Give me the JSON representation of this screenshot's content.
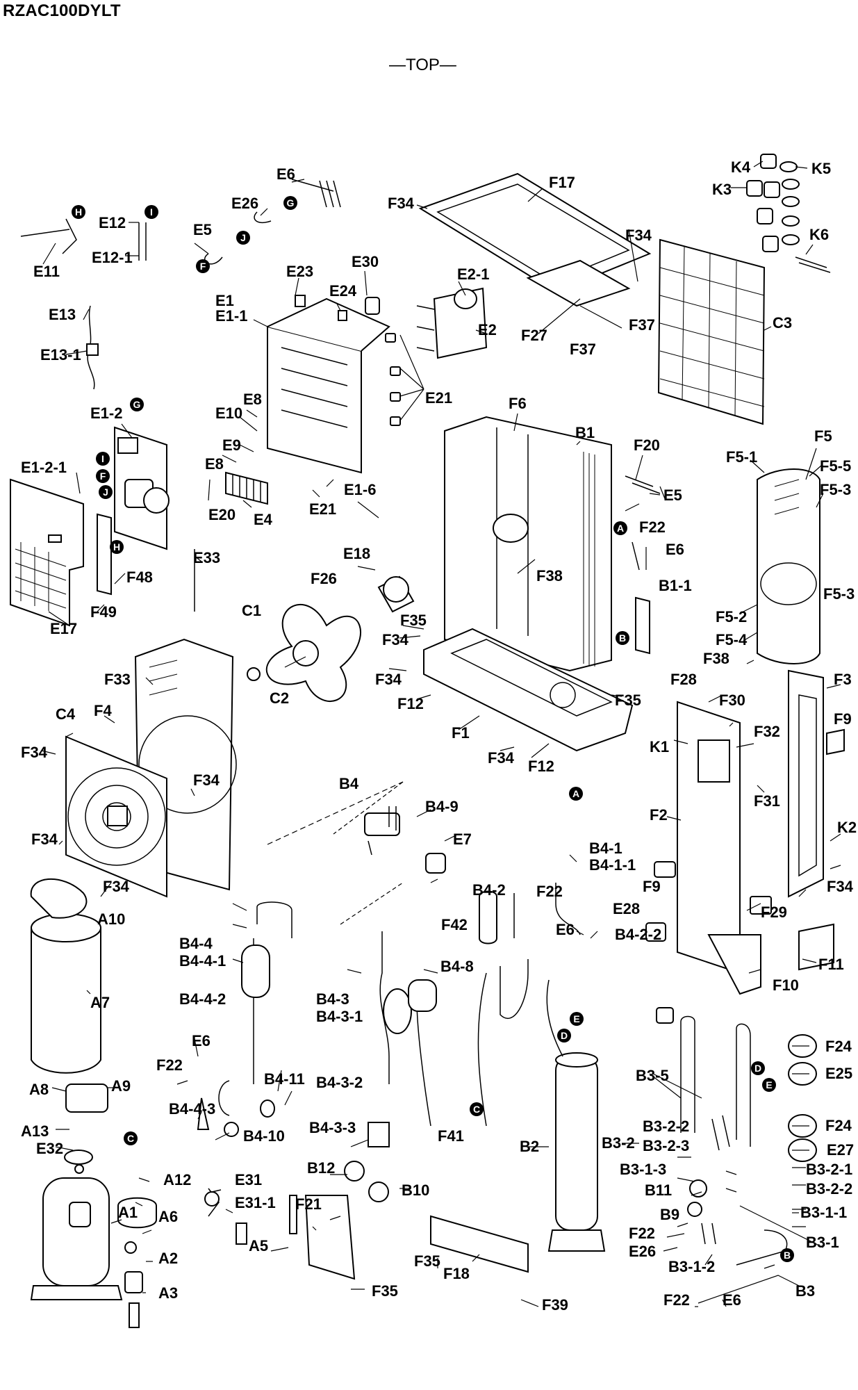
{
  "model": "RZAC100DYLT",
  "view": "—TOP—",
  "labels": {
    "E6a": "E6",
    "E26": "E26",
    "F34a": "F34",
    "F17": "F17",
    "K4": "K4",
    "K5": "K5",
    "K3": "K3",
    "K6": "K6",
    "E12": "E12",
    "E12_1": "E12-1",
    "E11": "E11",
    "E5a": "E5",
    "E23": "E23",
    "E30": "E30",
    "E2_1": "E2-1",
    "F34b": "F34",
    "E13": "E13",
    "E13_1": "E13-1",
    "E1": "E1",
    "E1_1": "E1-1",
    "E24": "E24",
    "E2": "E2",
    "F27": "F27",
    "F37a": "F37",
    "F37b": "F37",
    "C3": "C3",
    "E21a": "E21",
    "E1_2": "E1-2",
    "E10": "E10",
    "E8a": "E8",
    "E9": "E9",
    "E8b": "E8",
    "F6": "F6",
    "B1": "B1",
    "F20": "F20",
    "F5": "F5",
    "E1_2_1": "E1-2-1",
    "F5_1": "F5-1",
    "F5_5": "F5-5",
    "F5_3a": "F5-3",
    "E5b": "E5",
    "E1_6": "E1-6",
    "E20": "E20",
    "E4": "E4",
    "E21b": "E21",
    "F22a": "F22",
    "E6b": "E6",
    "E33": "E33",
    "E18": "E18",
    "F38a": "F38",
    "F26": "F26",
    "B1_1": "B1-1",
    "F48": "F48",
    "F49": "F49",
    "C1": "C1",
    "F35a": "F35",
    "F34c": "F34",
    "F5_3b": "F5-3",
    "F5_2": "F5-2",
    "F5_4": "F5-4",
    "E17": "E17",
    "F38b": "F38",
    "F34d": "F34",
    "F33": "F33",
    "C2": "C2",
    "F12a": "F12",
    "F35b": "F35",
    "F28": "F28",
    "F3": "F3",
    "F30": "F30",
    "C4": "C4",
    "F4": "F4",
    "F1": "F1",
    "F9a": "F9",
    "F32": "F32",
    "K1": "K1",
    "F34e": "F34",
    "F34f": "F34",
    "F12b": "F12",
    "B4": "B4",
    "F34g": "F34",
    "F31": "F31",
    "B4_9": "B4-9",
    "F2": "F2",
    "K2": "K2",
    "F34h": "F34",
    "E7": "E7",
    "B4_1": "B4-1",
    "B4_1_1": "B4-1-1",
    "F9b": "F9",
    "F34i": "F34",
    "F34j": "F34",
    "A10": "A10",
    "B4_2": "B4-2",
    "F22b": "F22",
    "E28": "E28",
    "F29": "F29",
    "F42": "F42",
    "E6c": "E6",
    "B4_2_2": "B4-2-2",
    "B4_4": "B4-4",
    "B4_4_1": "B4-4-1",
    "F11": "F11",
    "B4_8": "B4-8",
    "F10": "F10",
    "A7": "A7",
    "B4_4_2": "B4-4-2",
    "B4_3": "B4-3",
    "B4_3_1": "B4-3-1",
    "E6d": "E6",
    "F24a": "F24",
    "F22c": "F22",
    "B3_5": "B3-5",
    "E25": "E25",
    "A8": "A8",
    "A9": "A9",
    "B4_11": "B4-11",
    "B4_3_2": "B4-3-2",
    "B4_4_3": "B4-4-3",
    "B4_10": "B4-10",
    "F24b": "F24",
    "A13": "A13",
    "B4_3_3": "B4-3-3",
    "F41": "F41",
    "B2": "B2",
    "B3_2": "B3-2",
    "B3_2_2a": "B3-2-2",
    "E27": "E27",
    "E32": "E32",
    "B3_2_3": "B3-2-3",
    "B12": "B12",
    "B3_2_1": "B3-2-1",
    "A12": "A12",
    "E31": "E31",
    "B3_1_3": "B3-1-3",
    "B11": "B11",
    "B3_2_2b": "B3-2-2",
    "B10": "B10",
    "E31_1": "E31-1",
    "A1": "A1",
    "F21": "F21",
    "A6": "A6",
    "B9": "B9",
    "B3_1_1": "B3-1-1",
    "F22d": "F22",
    "A5": "A5",
    "A2": "A2",
    "E26b": "E26",
    "B3_1": "B3-1",
    "F35c": "F35",
    "F18": "F18",
    "B3_1_2": "B3-1-2",
    "A3": "A3",
    "F35d": "F35",
    "F39": "F39",
    "F22e": "F22",
    "E6e": "E6",
    "B3": "B3"
  },
  "markers": {
    "H": "H",
    "I": "I",
    "G": "G",
    "J": "J",
    "F": "F",
    "A": "A",
    "B": "B",
    "C": "C",
    "D": "D",
    "E": "E"
  }
}
